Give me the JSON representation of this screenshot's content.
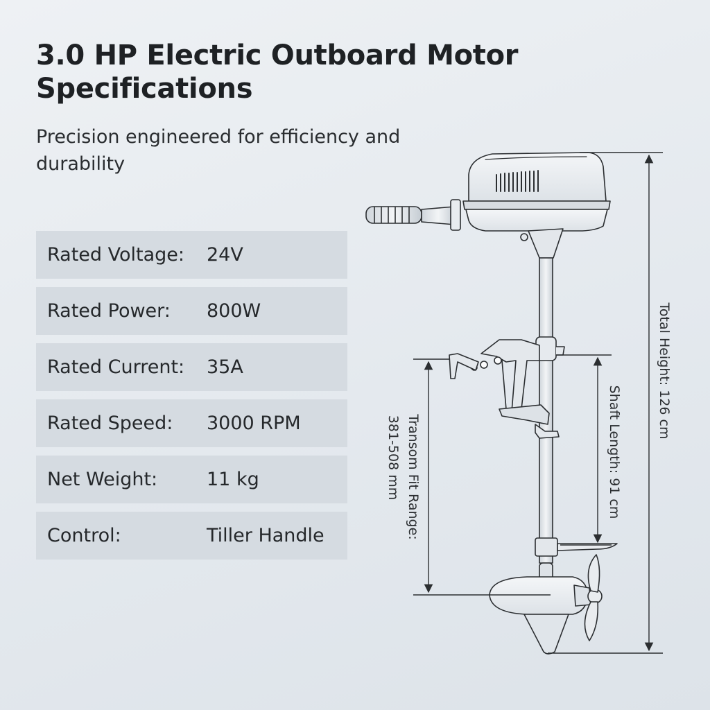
{
  "title": "3.0 HP Electric Outboard Motor Specifications",
  "subtitle": "Precision engineered for efficiency and durability",
  "specs": [
    {
      "label": "Rated Voltage:",
      "value": "24V"
    },
    {
      "label": "Rated Power:",
      "value": "800W"
    },
    {
      "label": "Rated Current:",
      "value": "35A"
    },
    {
      "label": "Rated Speed:",
      "value": "3000 RPM"
    },
    {
      "label": "Net Weight:",
      "value": "11 kg"
    },
    {
      "label": "Control:",
      "value": "Tiller Handle"
    }
  ],
  "dimensions": {
    "total_height": "Total Height: 126 cm",
    "shaft_length": "Shaft Length: 91 cm",
    "transom_line1": "Transom Fit Range:",
    "transom_line2": "381-508 mm"
  },
  "colors": {
    "background": "#e6ebef",
    "row_fill": "#d5dbe1",
    "line_art": "#2b2e31"
  }
}
